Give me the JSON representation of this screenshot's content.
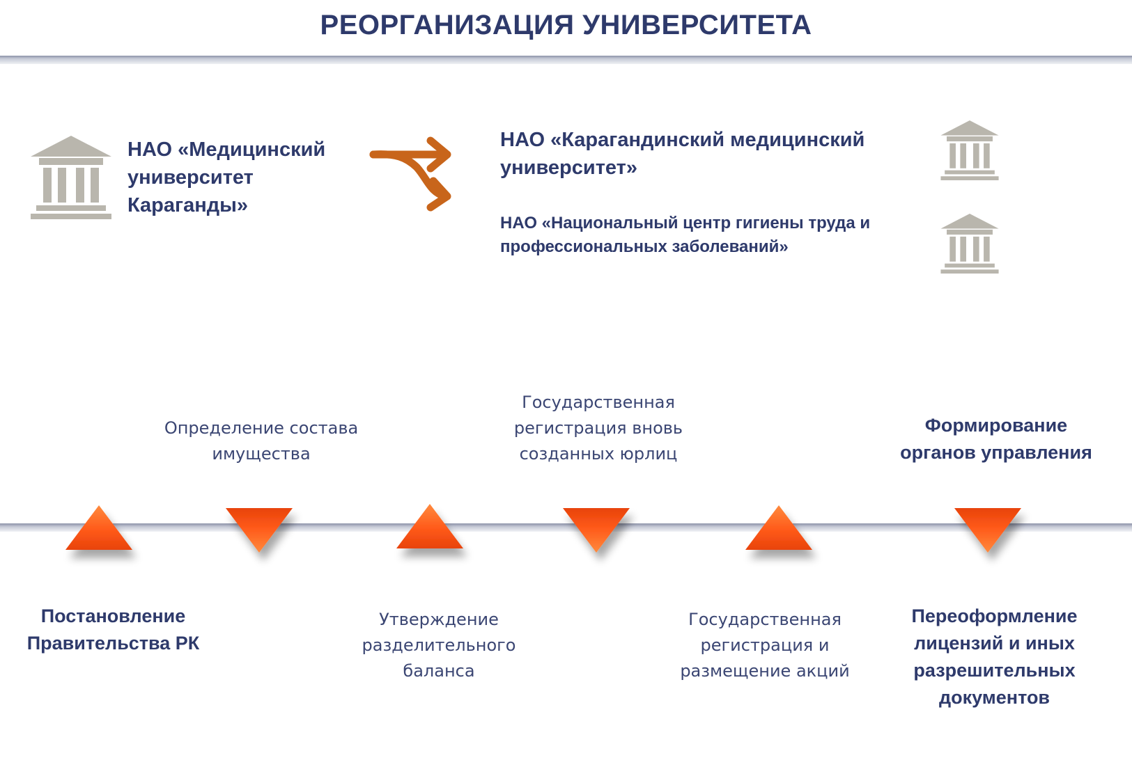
{
  "title": "РЕОРГАНИЗАЦИЯ УНИВЕРСИТЕТА",
  "source_org": "НАО «Медицинский университет Караганды»",
  "target_orgs": [
    "НАО «Карагандинский медицинский университет»",
    "НАО «Национальный центр гигиены труда и профессиональных заболеваний»"
  ],
  "colors": {
    "heading": "#2e3a6b",
    "accent_arrow": "#c8651b",
    "marker": "#ff5a1a",
    "icon": "#b9b6ad"
  },
  "icons": {
    "organization": "building-columns-icon",
    "split": "split-arrow-icon",
    "marker_up": "triangle-up-icon",
    "marker_down": "triangle-down-icon"
  },
  "timeline": {
    "steps": [
      {
        "label": "Постановление Правительства РК",
        "position": "below",
        "marker": "up",
        "emphasis": true
      },
      {
        "label": "Определение состава имущества",
        "position": "above",
        "marker": "down",
        "emphasis": false
      },
      {
        "label": "Утверждение разделительного баланса",
        "position": "below",
        "marker": "up",
        "emphasis": false
      },
      {
        "label": "Государственная регистрация вновь созданных юрлиц",
        "position": "above",
        "marker": "down",
        "emphasis": false
      },
      {
        "label": "Государственная регистрация и размещение акций",
        "position": "below",
        "marker": "up",
        "emphasis": false
      },
      {
        "label": "Формирование органов управления",
        "position": "above",
        "marker": "down",
        "emphasis": true
      },
      {
        "label": "Переоформление лицензий и иных разрешительных документов",
        "position": "below",
        "marker": "down",
        "emphasis": true
      }
    ]
  }
}
